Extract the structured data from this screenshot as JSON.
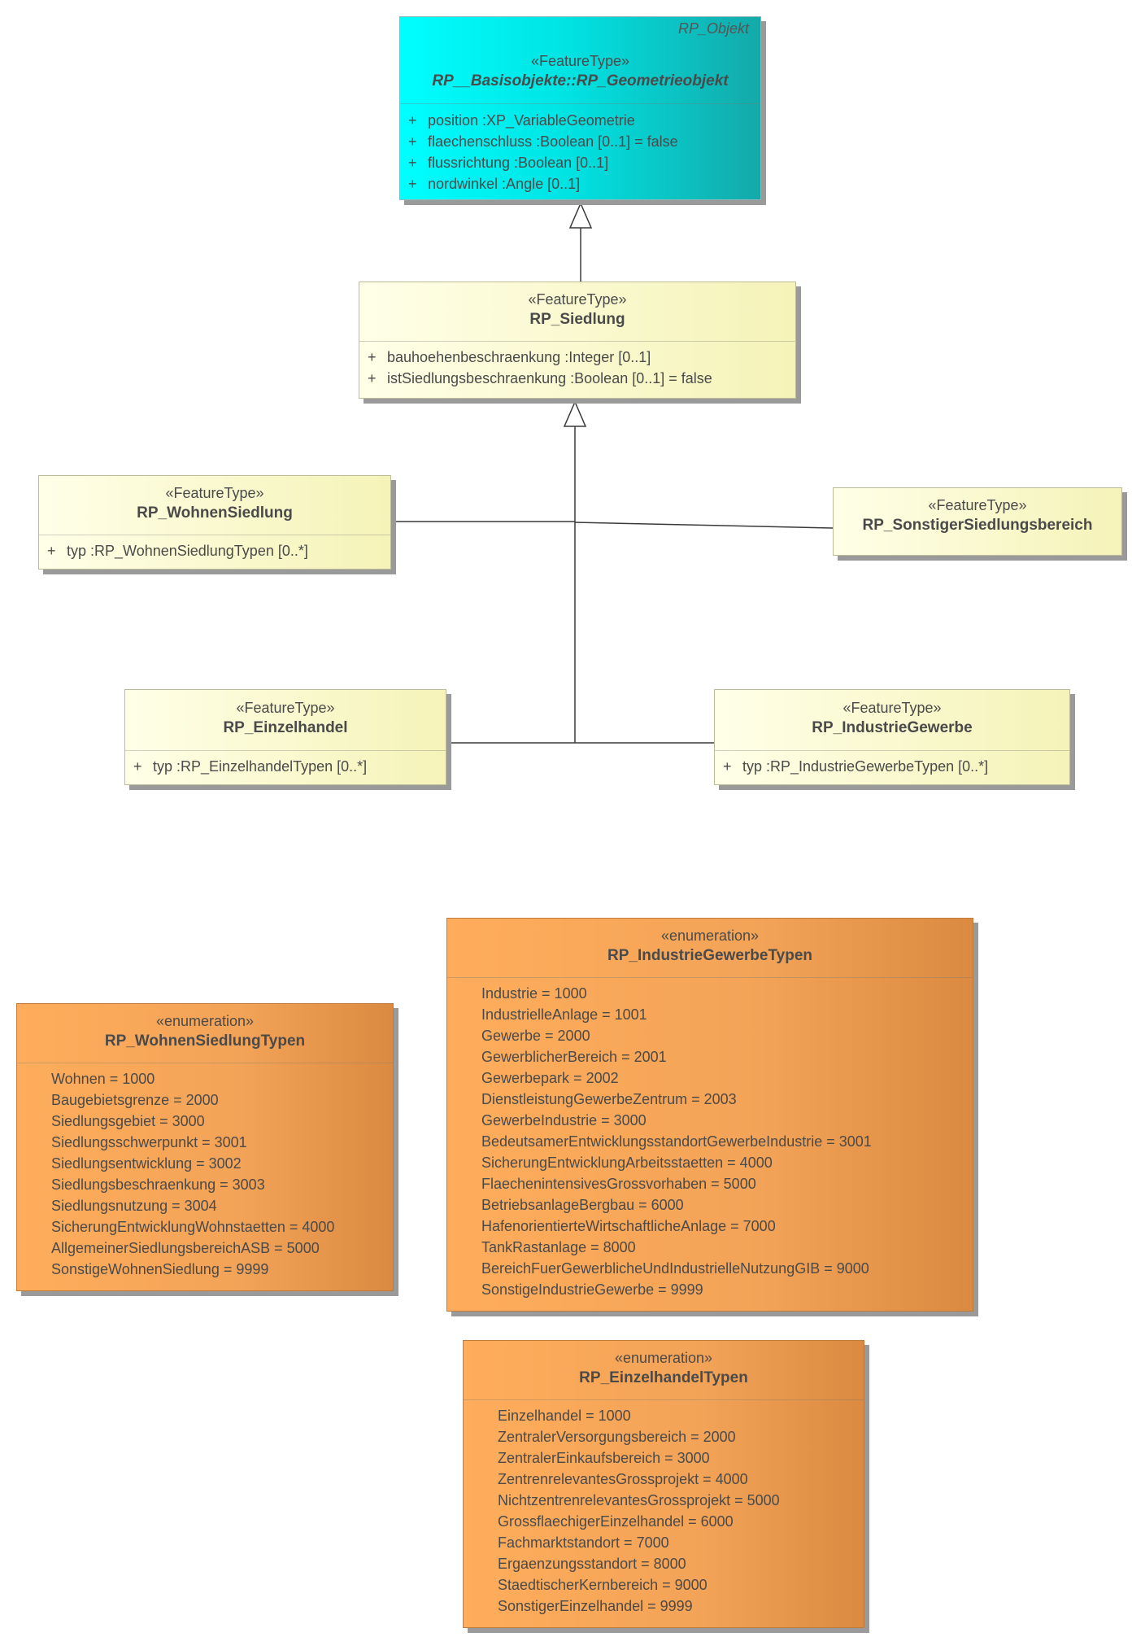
{
  "classes": {
    "geometrieobjekt": {
      "superclass": "RP_Objekt",
      "stereotype": "«FeatureType»",
      "name": "RP__Basisobjekte::RP_Geometrieobjekt",
      "attributes": [
        {
          "vis": "+",
          "text": "position  :XP_VariableGeometrie"
        },
        {
          "vis": "+",
          "text": "flaechenschluss  :Boolean [0..1] = false"
        },
        {
          "vis": "+",
          "text": "flussrichtung  :Boolean [0..1]"
        },
        {
          "vis": "+",
          "text": "nordwinkel  :Angle [0..1]"
        }
      ]
    },
    "siedlung": {
      "stereotype": "«FeatureType»",
      "name": "RP_Siedlung",
      "attributes": [
        {
          "vis": "+",
          "text": "bauhoehenbeschraenkung  :Integer [0..1]"
        },
        {
          "vis": "+",
          "text": "istSiedlungsbeschraenkung  :Boolean [0..1] = false"
        }
      ]
    },
    "wohnensiedlung": {
      "stereotype": "«FeatureType»",
      "name": "RP_WohnenSiedlung",
      "attributes": [
        {
          "vis": "+",
          "text": "typ  :RP_WohnenSiedlungTypen [0..*]"
        }
      ]
    },
    "sonstiger": {
      "stereotype": "«FeatureType»",
      "name": "RP_SonstigerSiedlungsbereich",
      "attributes": []
    },
    "einzelhandel": {
      "stereotype": "«FeatureType»",
      "name": "RP_Einzelhandel",
      "attributes": [
        {
          "vis": "+",
          "text": "typ  :RP_EinzelhandelTypen [0..*]"
        }
      ]
    },
    "industriegewerbe": {
      "stereotype": "«FeatureType»",
      "name": "RP_IndustrieGewerbe",
      "attributes": [
        {
          "vis": "+",
          "text": "typ  :RP_IndustrieGewerbeTypen [0..*]"
        }
      ]
    }
  },
  "enums": {
    "wohnensiedlungtypen": {
      "stereotype": "«enumeration»",
      "name": "RP_WohnenSiedlungTypen",
      "literals": [
        "Wohnen = 1000",
        "Baugebietsgrenze = 2000",
        "Siedlungsgebiet = 3000",
        "Siedlungsschwerpunkt = 3001",
        "Siedlungsentwicklung = 3002",
        "Siedlungsbeschraenkung = 3003",
        "Siedlungsnutzung = 3004",
        "SicherungEntwicklungWohnstaetten = 4000",
        "AllgemeinerSiedlungsbereichASB = 5000",
        "SonstigeWohnenSiedlung = 9999"
      ]
    },
    "industriegewerbetypen": {
      "stereotype": "«enumeration»",
      "name": "RP_IndustrieGewerbeTypen",
      "literals": [
        "Industrie = 1000",
        "IndustrielleAnlage = 1001",
        "Gewerbe = 2000",
        "GewerblicherBereich = 2001",
        "Gewerbepark = 2002",
        "DienstleistungGewerbeZentrum = 2003",
        "GewerbeIndustrie = 3000",
        "BedeutsamerEntwicklungsstandortGewerbeIndustrie = 3001",
        "SicherungEntwicklungArbeitsstaetten = 4000",
        "FlaechenintensivesGrossvorhaben = 5000",
        "BetriebsanlageBergbau = 6000",
        "HafenorientierteWirtschaftlicheAnlage = 7000",
        "TankRastanlage = 8000",
        "BereichFuerGewerblicheUndIndustrielleNutzungGIB = 9000",
        "SonstigeIndustrieGewerbe = 9999"
      ]
    },
    "einzelhandeltypen": {
      "stereotype": "«enumeration»",
      "name": "RP_EinzelhandelTypen",
      "literals": [
        "Einzelhandel = 1000",
        "ZentralerVersorgungsbereich = 2000",
        "ZentralerEinkaufsbereich = 3000",
        "ZentrenrelevantesGrossprojekt = 4000",
        "NichtzentrenrelevantesGrossprojekt = 5000",
        "GrossflaechigerEinzelhandel = 6000",
        "Fachmarktstandort = 7000",
        "Ergaenzungsstandort = 8000",
        "StaedtischerKernbereich = 9000",
        "SonstigerEinzelhandel = 9999"
      ]
    }
  }
}
